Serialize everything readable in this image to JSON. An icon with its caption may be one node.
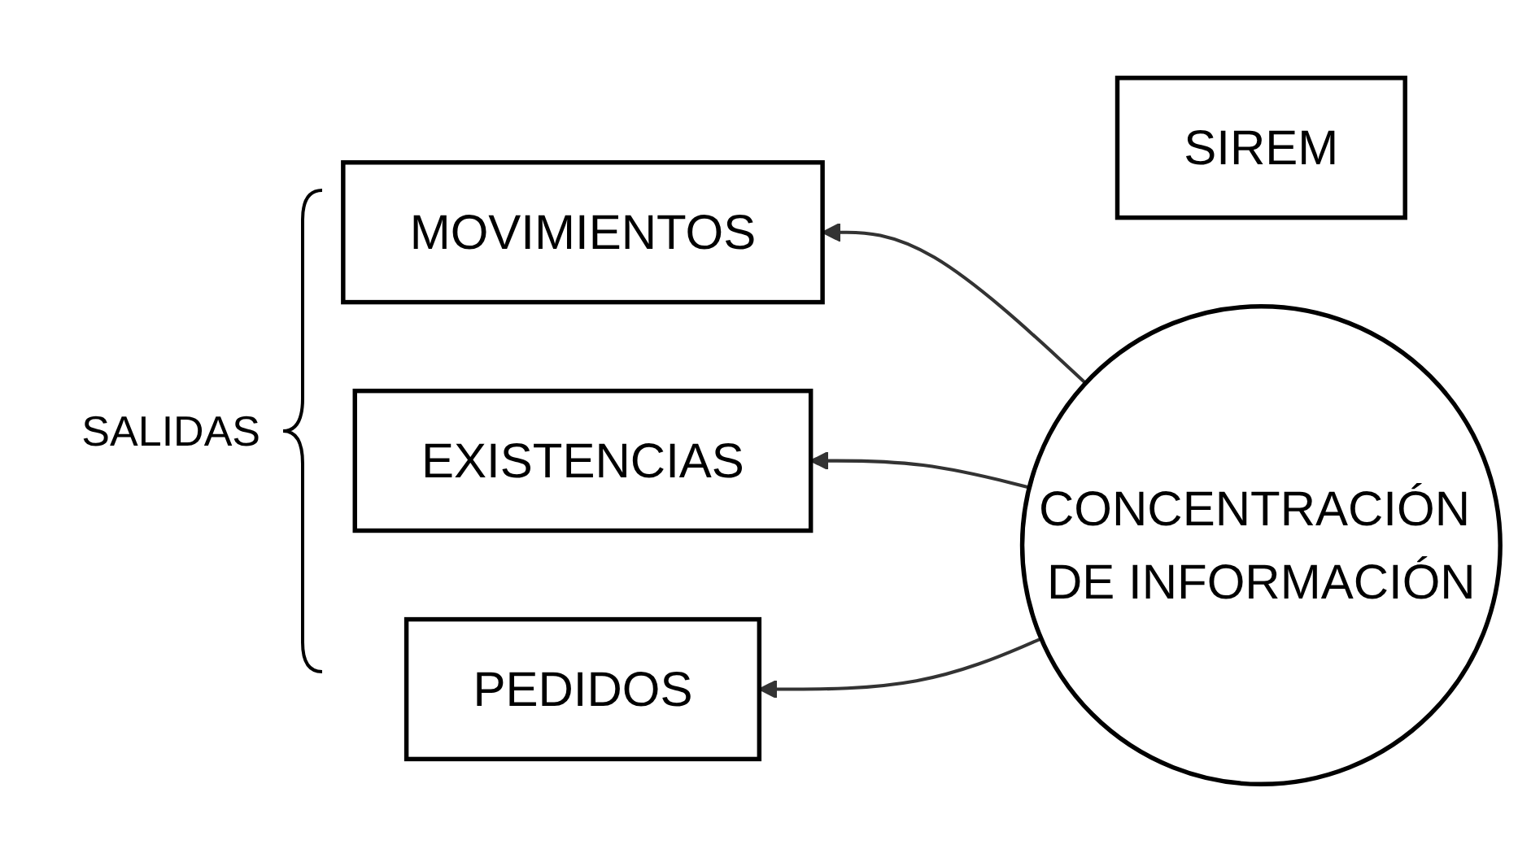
{
  "diagram": {
    "nodes": [
      {
        "text": [
          "SIREM"
        ]
      },
      {
        "text": [
          "MOVIMIENTOS"
        ]
      },
      {
        "text": [
          "EXISTENCIAS"
        ]
      },
      {
        "text": [
          "PEDIDOS"
        ]
      },
      {
        "text": [
          "CONCENTRACIÓN DE INFORMACIÓN"
        ]
      }
    ],
    "edges": [
      {
        "from": 4,
        "to": 1,
        "arrow": "to"
      },
      {
        "from": 4,
        "to": 2,
        "arrow": "to"
      },
      {
        "from": 4,
        "to": 3,
        "arrow": "to"
      }
    ],
    "labels": [
      "SALIDAS"
    ]
  }
}
